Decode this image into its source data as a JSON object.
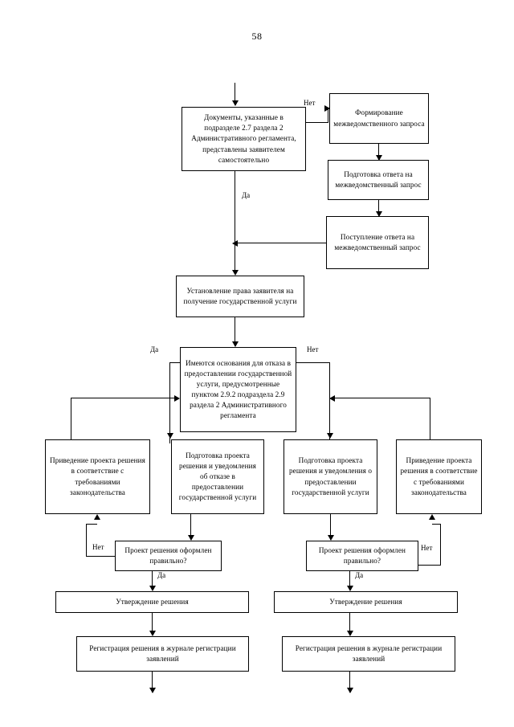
{
  "document": {
    "page_number": "58",
    "language": "ru",
    "diagram_type": "flowchart"
  },
  "nodes": {
    "documents_check": "Документы, указанные в подразделе 2.7 раздела 2 Административного регламента, представлены заявителем самостоятельно",
    "form_request": "Формирование межведомственного запроса",
    "prepare_answer": "Подготовка ответа на межведомственный запрос",
    "receive_answer": "Поступление ответа на межведомственный запрос",
    "establish_right": "Установление права заявителя на получение государственной услуги",
    "refusal_grounds": "Имеются основания для отказа в предоставлении государственной услуги, предусмотренные пунктом 2.9.2 подраздела 2.9 раздела 2 Административного регламента",
    "align_left": "Приведение проекта решения в соответствие с требованиями законодательства",
    "prepare_refusal": "Подготовка проекта решения и уведомления об отказе в предоставлении государственной услуги",
    "prepare_grant": "Подготовка проекта решения и уведомления о предоставлении государственной услуги",
    "align_right": "Приведение проекта решения в соответствие с требованиями законодательства",
    "check_left": "Проект решения оформлен правильно?",
    "check_right": "Проект решения оформлен правильно?",
    "approve_left": "Утверждение решения",
    "approve_right": "Утверждение решения",
    "register_left": "Регистрация решения в журнале регистрации заявлений",
    "register_right": "Регистрация решения в журнале регистрации заявлений"
  },
  "edge_labels": {
    "no_top": "Нет",
    "yes_top": "Да",
    "yes_decision": "Да",
    "no_decision": "Нет",
    "no_check_left": "Нет",
    "yes_check_left": "Да",
    "no_check_right": "Нет",
    "yes_check_right": "Да"
  },
  "colors": {
    "stroke": "#000000",
    "fill": "#ffffff",
    "text": "#000000"
  }
}
